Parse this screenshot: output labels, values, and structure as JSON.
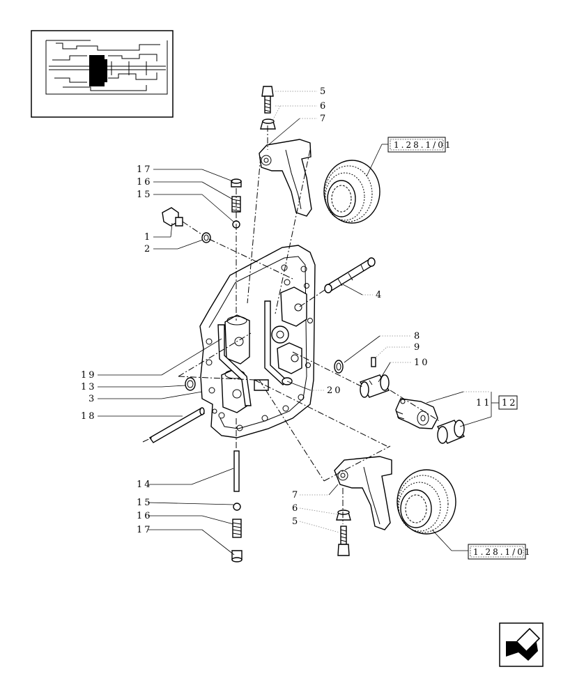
{
  "callouts": {
    "c5_top": "5",
    "c6_top": "6",
    "c7_top": "7",
    "c17_top": "17",
    "c16_top": "16",
    "c15_top": "15",
    "c1": "1",
    "c2": "2",
    "c4": "4",
    "c8": "8",
    "c9": "9",
    "c10": "10",
    "c11": "11",
    "c12": "12",
    "c19": "19",
    "c13": "13",
    "c3": "3",
    "c18": "18",
    "c20": "20",
    "c14": "14",
    "c15_bot": "15",
    "c16_bot": "16",
    "c17_bot": "17",
    "c7_bot": "7",
    "c6_bot": "6",
    "c5_bot": "5"
  },
  "references": {
    "ref_top": "1.28.1/01",
    "ref_bottom": "1.28.1/01"
  },
  "icons": {
    "locator": "transmission-locator-icon",
    "navigation": "previous-page-arrow-icon"
  }
}
